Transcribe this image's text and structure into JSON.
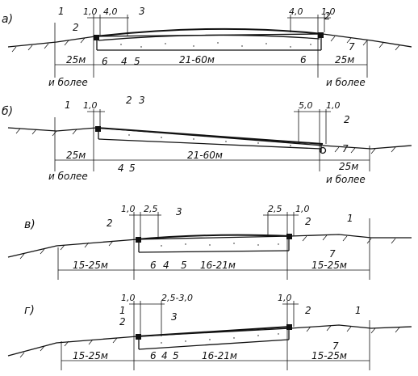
{
  "panels": [
    {
      "letter": "а)",
      "top_dims": [
        "1,0",
        "4,0",
        "4,0",
        "1,0"
      ],
      "bottom_dims": [
        "25м",
        "21-60м",
        "25м"
      ],
      "notes": [
        "и более",
        "и более"
      ],
      "callouts": [
        "1",
        "2",
        "3",
        "2",
        "6",
        "4",
        "5",
        "6",
        "7"
      ]
    },
    {
      "letter": "б)",
      "top_dims": [
        "1,0",
        "5,0",
        "1,0"
      ],
      "bottom_dims": [
        "25м",
        "21-60м",
        "25м"
      ],
      "notes": [
        "и более",
        "и более"
      ],
      "callouts": [
        "1",
        "2",
        "3",
        "2",
        "4",
        "5",
        "7"
      ]
    },
    {
      "letter": "в)",
      "top_dims": [
        "1,0",
        "2,5",
        "2,5",
        "1,0"
      ],
      "bottom_dims": [
        "15-25м",
        "16-21м",
        "15-25м"
      ],
      "callouts": [
        "2",
        "3",
        "2",
        "1",
        "6",
        "4",
        "5",
        "7"
      ]
    },
    {
      "letter": "г)",
      "top_dims": [
        "1,0",
        "2,5-3,0",
        "1,0"
      ],
      "bottom_dims": [
        "15-25м",
        "16-21м",
        "15-25м"
      ],
      "callouts": [
        "1",
        "2",
        "3",
        "2",
        "6",
        "4",
        "5",
        "7",
        "1"
      ]
    }
  ]
}
